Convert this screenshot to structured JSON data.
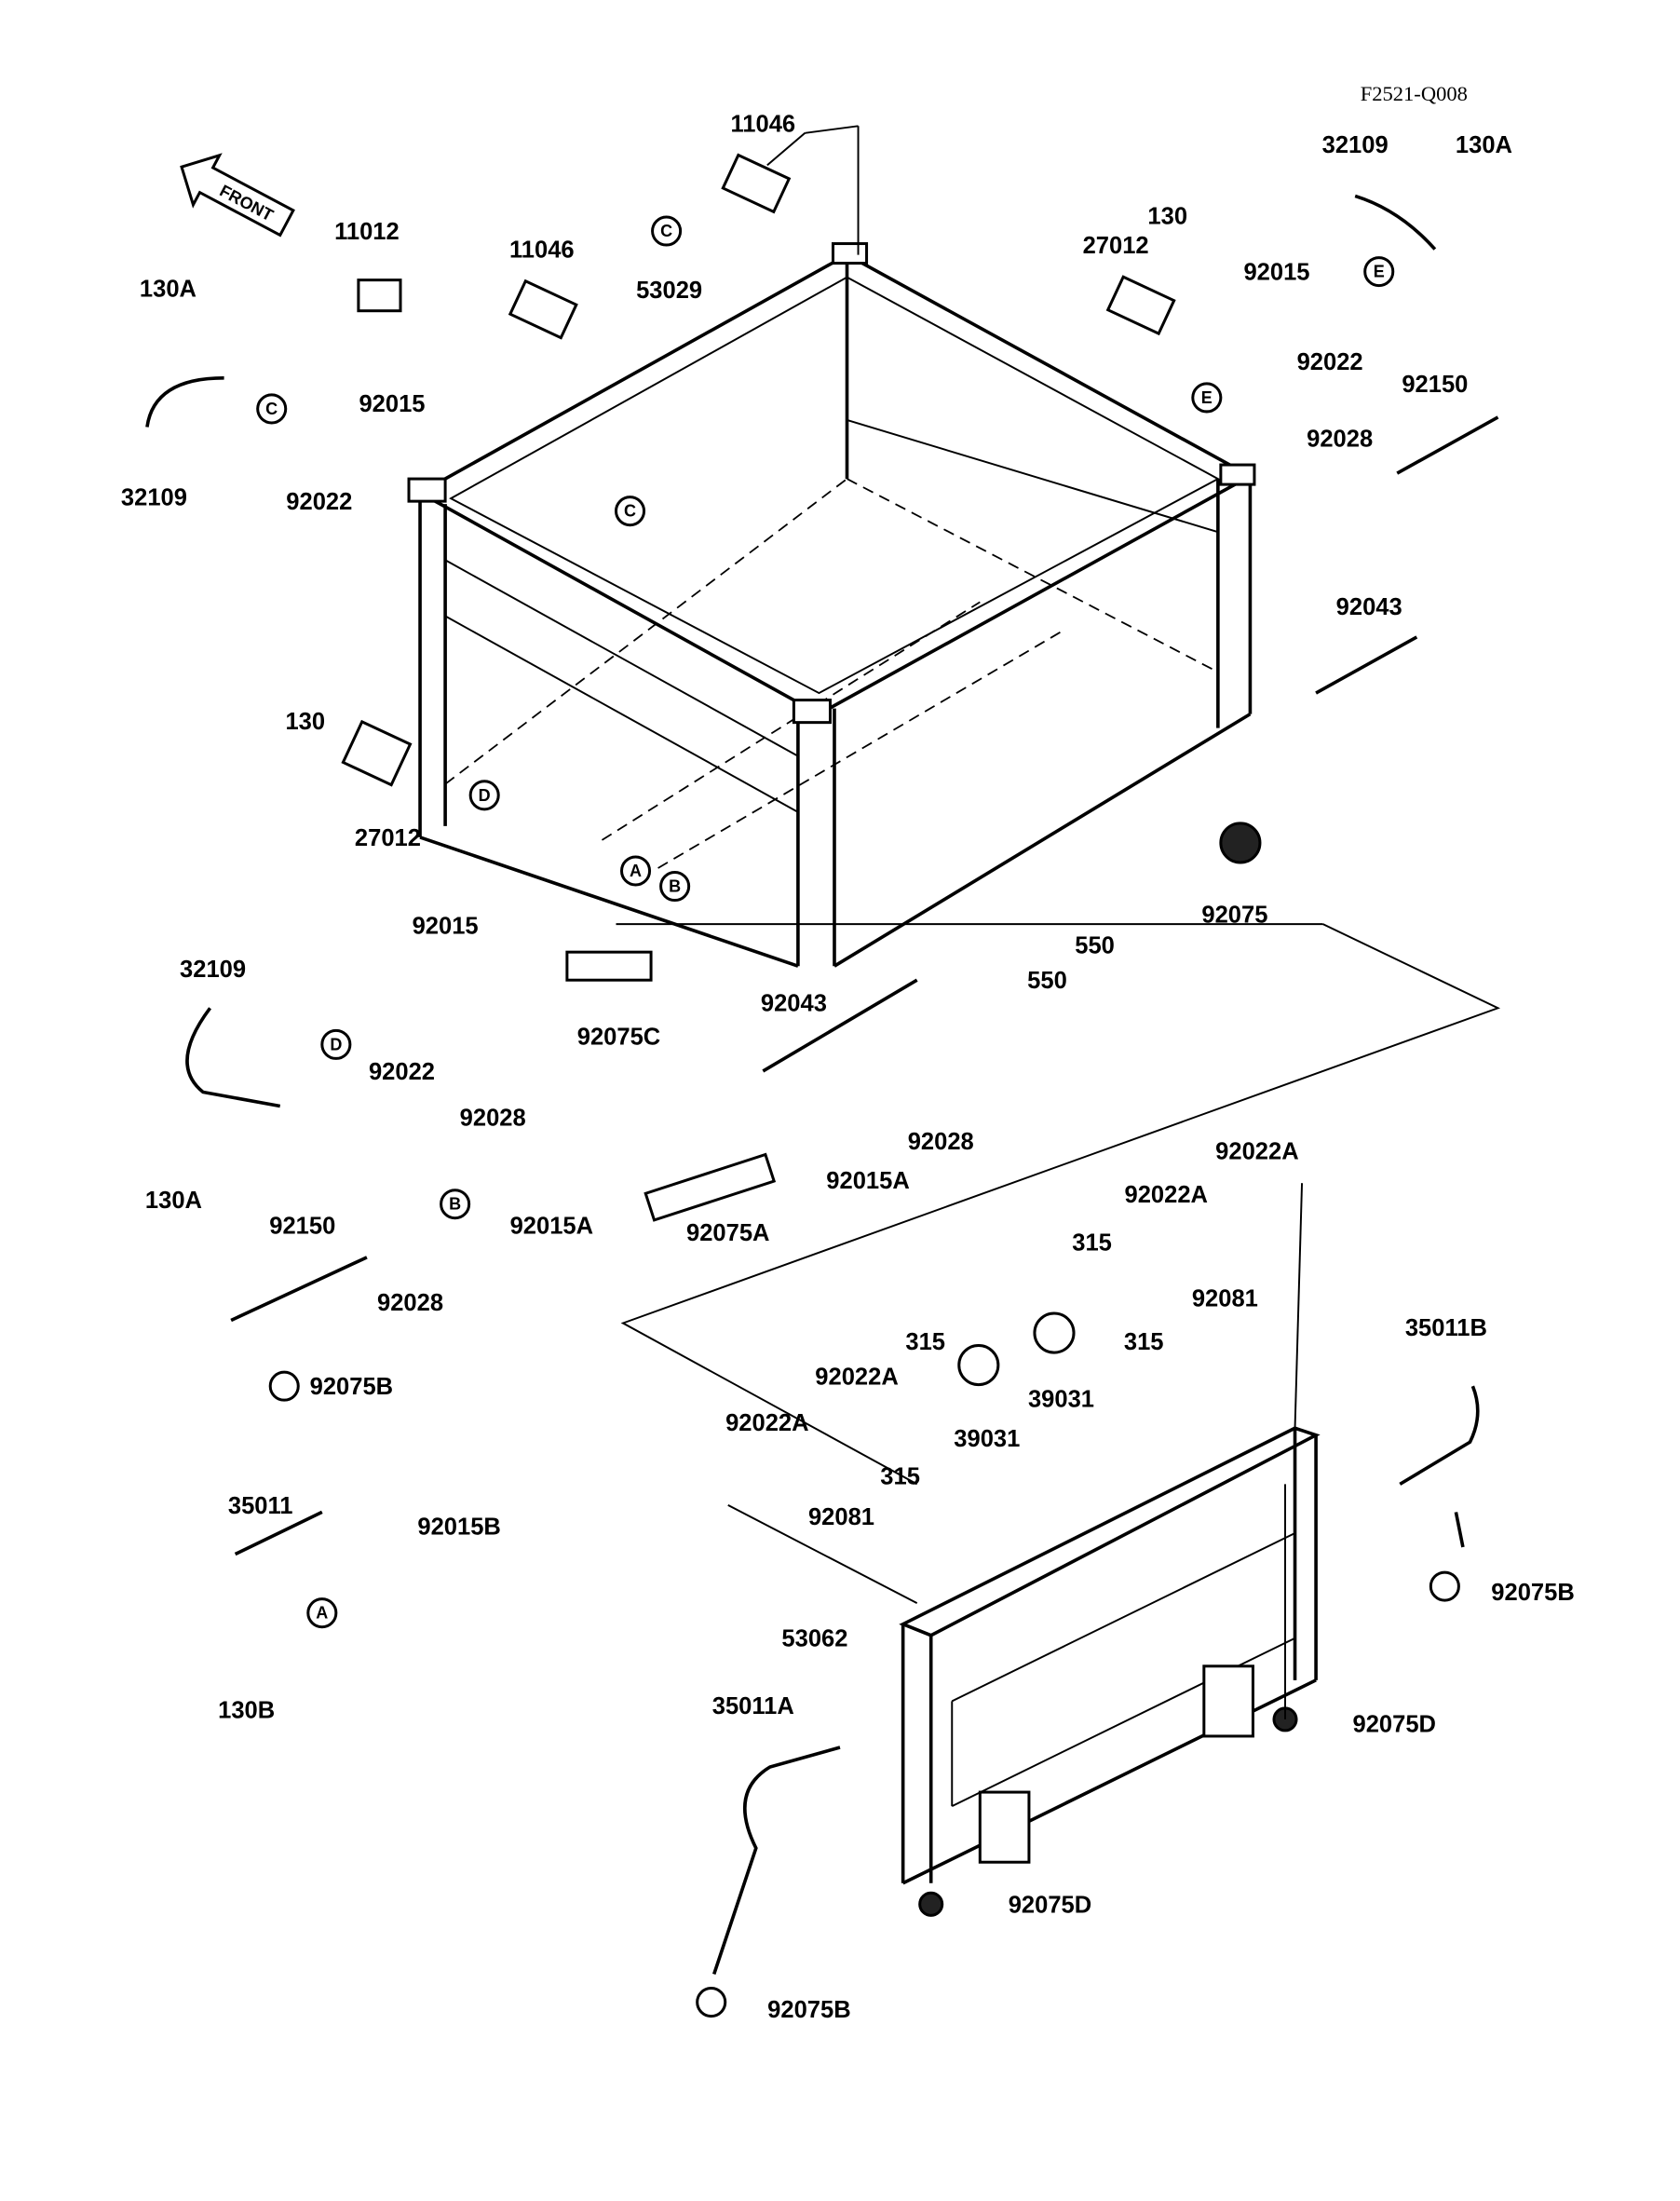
{
  "diagram_code": "F2521-Q008",
  "front_arrow": "FRONT",
  "labels": [
    "11046",
    "32109",
    "130A",
    "11012",
    "11046",
    "130",
    "27012",
    "53029",
    "130A",
    "92015",
    "92022",
    "92015",
    "92150",
    "32109",
    "92022",
    "92028",
    "92043",
    "130",
    "27012",
    "92075",
    "550",
    "550",
    "92015",
    "32109",
    "92043",
    "92075C",
    "92022",
    "92028",
    "92028",
    "92015A",
    "130A",
    "92015A",
    "92075A",
    "92022A",
    "92022A",
    "92150",
    "315",
    "92081",
    "92028",
    "315",
    "315",
    "92075B",
    "35011B",
    "92022A",
    "39031",
    "39031",
    "92022A",
    "315",
    "92081",
    "35011",
    "92015B",
    "92075B",
    "53062",
    "130B",
    "35011A",
    "92075D",
    "92075D",
    "92075B"
  ],
  "reference_letters": [
    "C",
    "C",
    "C",
    "E",
    "E",
    "D",
    "A",
    "B",
    "D",
    "B",
    "A"
  ]
}
